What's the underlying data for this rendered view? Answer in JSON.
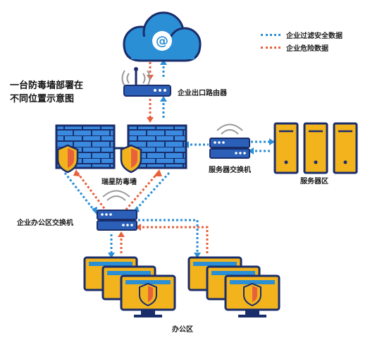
{
  "title": {
    "line1": "一台防毒墙部署在",
    "line2": "不同位置示意图"
  },
  "legend": {
    "safe": "企业过滤安全数据",
    "danger": "企业危险数据"
  },
  "labels": {
    "router": "企业出口路由器",
    "firewall": "瑞星防毒墙",
    "server_switch": "服务器交换机",
    "server_zone": "服务器区",
    "office_switch": "企业办公区交换机",
    "office_zone": "办公区"
  },
  "colors": {
    "safe": "#2b8fd6",
    "danger": "#e8603c",
    "navy": "#1a2d6b",
    "cloud": "#2b8fd6",
    "brick": "#3a8be0",
    "server": "#f2b31c",
    "monitor": "#f2b31c"
  },
  "icons": {
    "cloud": "cloud-at-icon",
    "router": "router-icon",
    "firewall": "brick-firewall-icon",
    "shield": "shield-icon",
    "switch": "switch-icon",
    "server": "server-tower-icon",
    "monitor": "monitor-icon"
  }
}
